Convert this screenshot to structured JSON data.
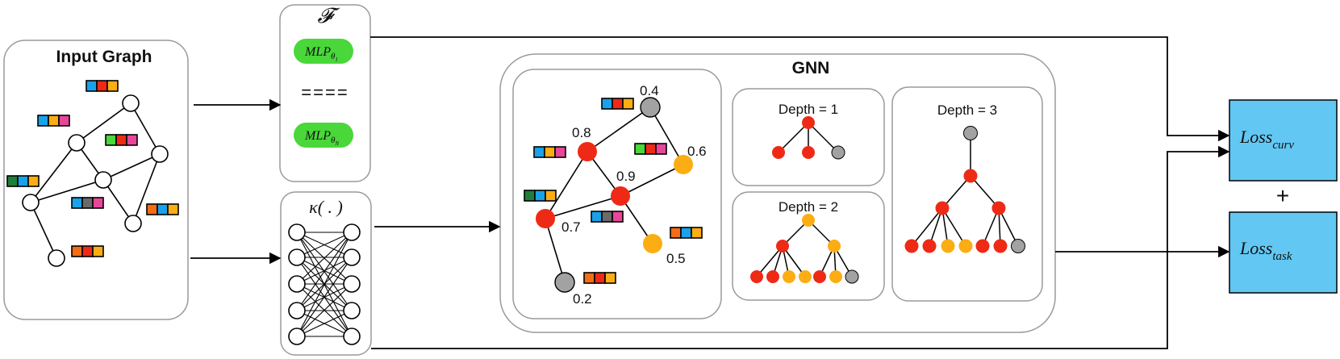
{
  "input_graph": {
    "title": "Input Graph"
  },
  "curvature_mlp": {
    "symbol": "𝓕",
    "mlp_first": "MLP",
    "mlp_first_sub": "θ",
    "mlp_first_subsub": "1",
    "separator": "====",
    "mlp_last": "MLP",
    "mlp_last_sub": "θ",
    "mlp_last_subsub": "N"
  },
  "kappa": {
    "label": "κ( . )"
  },
  "gnn": {
    "title": "GNN",
    "node_values": [
      "0.4",
      "0.8",
      "0.6",
      "0.9",
      "0.7",
      "0.5",
      "0.2"
    ],
    "depth_labels": [
      "Depth = 1",
      "Depth = 2",
      "Depth = 3"
    ]
  },
  "losses": {
    "curv": {
      "main": "Loss",
      "sub": "curv"
    },
    "plus": "+",
    "task": {
      "main": "Loss",
      "sub": "task"
    }
  },
  "colors": {
    "red": "#ee2a16",
    "orange": "#fbad13",
    "gray": "#a2a2a2",
    "green": "#49d73a",
    "blue": "#19a2ea",
    "loss_box": "#62c8f3",
    "pink": "#e8469a",
    "dark_green": "#1f7f3a",
    "dark_gray": "#6a6a6a",
    "dark_orange": "#f46c14"
  }
}
